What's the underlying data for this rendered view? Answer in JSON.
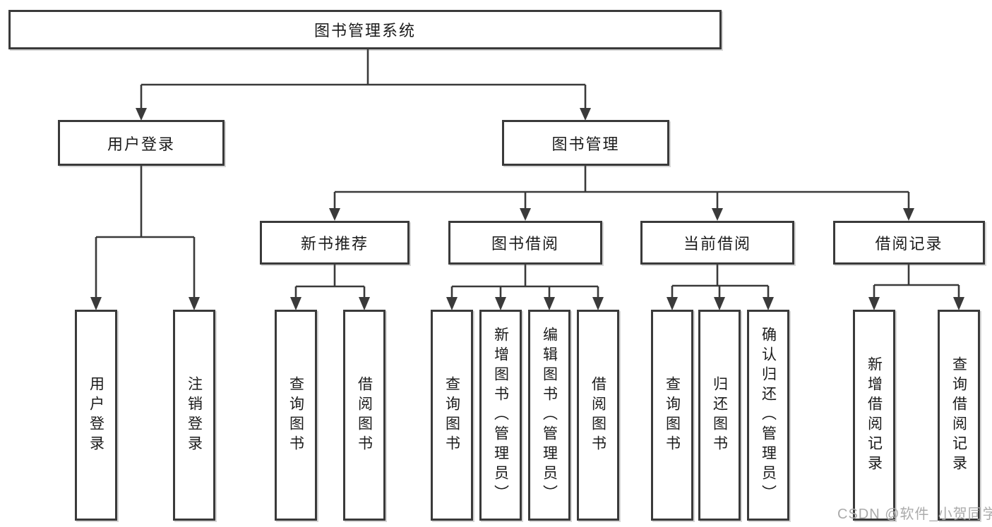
{
  "diagram": {
    "root": "图书管理系统",
    "branches": {
      "user_login": {
        "label": "用户登录",
        "children": [
          "用户登录",
          "注销登录"
        ]
      },
      "book_management": {
        "label": "图书管理",
        "sections": [
          {
            "label": "新书推荐",
            "children": [
              "查询图书",
              "借阅图书"
            ]
          },
          {
            "label": "图书借阅",
            "children": [
              "查询图书",
              "新增图书（管理员）",
              "编辑图书（管理员）",
              "借阅图书"
            ]
          },
          {
            "label": "当前借阅",
            "children": [
              "查询图书",
              "归还图书",
              "确认归还（管理员）"
            ]
          },
          {
            "label": "借阅记录",
            "children": [
              "新增借阅记录",
              "查询借阅记录"
            ]
          }
        ]
      }
    }
  },
  "watermark": "CSDN @软件_小贺同学",
  "colors": {
    "line": "#3a3a3a",
    "text": "#1b1b1b",
    "watermark": "#ababab",
    "background": "#ffffff",
    "box_fill": "#ffffff"
  }
}
